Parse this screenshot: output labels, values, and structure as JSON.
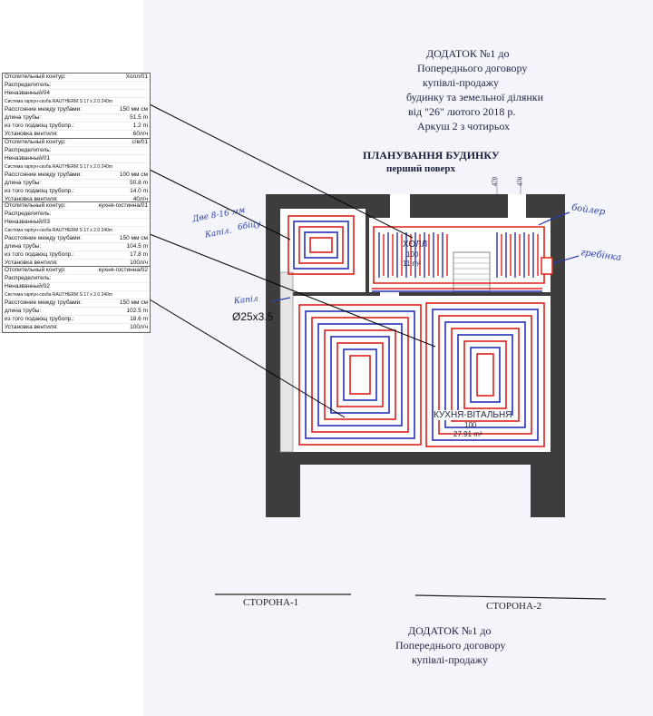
{
  "document": {
    "header_lines": [
      "ДОДАТОК №1 до",
      "Попереднього договору",
      "купівлі-продажу",
      "будинку та земельної ділянки",
      "від  \"26\" лютого 2018 р.",
      "Аркуш 2 з чотирьох"
    ],
    "plan_title": "ПЛАНУВАННЯ БУДИНКУ",
    "plan_subtitle": "перший поверх",
    "side_1": "СТОРОНА-1",
    "side_2": "СТОРОНА-2",
    "footer_lines": [
      "ДОДАТОК №1 до",
      "Попереднього договору",
      "купівлі-продажу"
    ]
  },
  "plan": {
    "room_hall": {
      "name": "ХОЛЛ",
      "value": "100",
      "area": "11 m²"
    },
    "room_kitchen": {
      "name": "КУХНЯ-ВІТАЛЬНЯ",
      "value": "100",
      "area": "27.91 m²"
    },
    "dim_1": "470",
    "dim_2": "470",
    "pipe_label": "Ø25x3.5",
    "hand_left_1": "Две 8-16 мм",
    "hand_left_2": "6біцу",
    "hand_left_3": "Капіл.",
    "hand_kapil": "Капіл",
    "hand_boiler": "бойлер",
    "hand_grebenka": "гребінка"
  },
  "circuits": [
    {
      "title_label": "Отопительный контур:",
      "title_value": "Холл/01",
      "dist_label": "Распределитель:",
      "name": "Неназванный/04",
      "system": "Система гарпун-скоба RAUTHERM S 17 x 2.0 240m",
      "spacing_label": "Расстояние между трубами:",
      "spacing": "150 мм  см",
      "length_label": "длина трубы:",
      "length": "51.5  m",
      "feed_label": "из того подающ трубопр.:",
      "feed": "1.2  m",
      "valve_label": "Установка вентиля:",
      "valve": "60л/ч"
    },
    {
      "title_label": "Отопительный контур:",
      "title_value": "с/в/01",
      "dist_label": "Распределитель:",
      "name": "Неназванный/01",
      "system": "Система гарпун-скоба RAUTHERM S 17 x 2.0 240m",
      "spacing_label": "Расстояние между трубами:",
      "spacing": "100 мм  см",
      "length_label": "длина трубы:",
      "length": "50.8  m",
      "feed_label": "из того подающ трубопр.:",
      "feed": "14.0  m",
      "valve_label": "Установка вентиля:",
      "valve": "40л/ч"
    },
    {
      "title_label": "Отопительный контур:",
      "title_value": "кухня-гостинна/01",
      "dist_label": "Распределитель:",
      "name": "Неназванный/03",
      "system": "Система гарпун-скоба RAUTHERM S 17 x 2.0 240m",
      "spacing_label": "Расстояние между трубами:",
      "spacing": "150 мм  см",
      "length_label": "длина трубы:",
      "length": "104.5  m",
      "feed_label": "из того подающ трубопр.:",
      "feed": "17.8  m",
      "valve_label": "Установка вентиля:",
      "valve": "100л/ч"
    },
    {
      "title_label": "Отопительный контур:",
      "title_value": "кухня-гостинна/02",
      "dist_label": "Распределитель:",
      "name": "Неназванный/02",
      "system": "Система гарпун-скоба RAUTHERM S 17 x 2.0 240m",
      "spacing_label": "Расстояние между трубами:",
      "spacing": "150 мм  см",
      "length_label": "длина трубы:",
      "length": "102.5  m",
      "feed_label": "из того подающ трубопр.:",
      "feed": "18.6  m",
      "valve_label": "Установка вентиля:",
      "valve": "100л/ч"
    }
  ],
  "colors": {
    "wall": "#3d3d3d",
    "supply_pipe": "#e0201a",
    "return_pipe": "#2630b8",
    "ink": "#2a3ea8"
  }
}
